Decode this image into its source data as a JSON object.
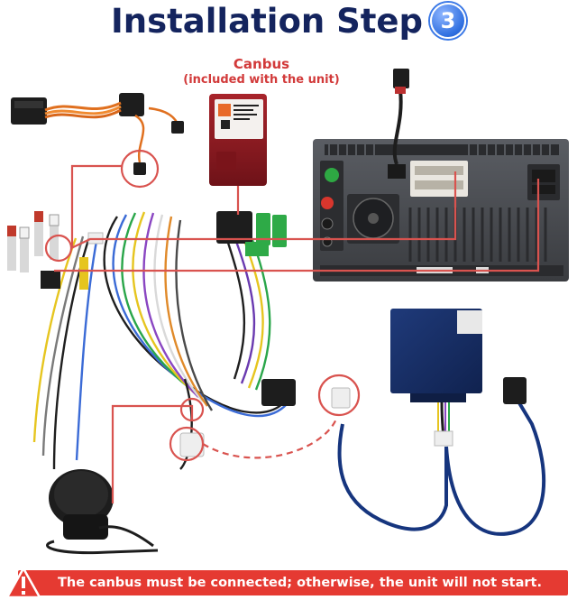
{
  "header": {
    "title": "Installation Step",
    "step_number": "3"
  },
  "canbus": {
    "title": "Canbus",
    "subtitle": "(included with the unit)"
  },
  "warning": {
    "text": "The canbus must be connected; otherwise, the unit will not start.",
    "icon": "warning-triangle-icon",
    "color": "#e53a32"
  },
  "colors": {
    "title": "#14245e",
    "accent_red": "#d23a3a",
    "callout_line": "#d9534f",
    "step_badge": "#2f6fe0"
  }
}
